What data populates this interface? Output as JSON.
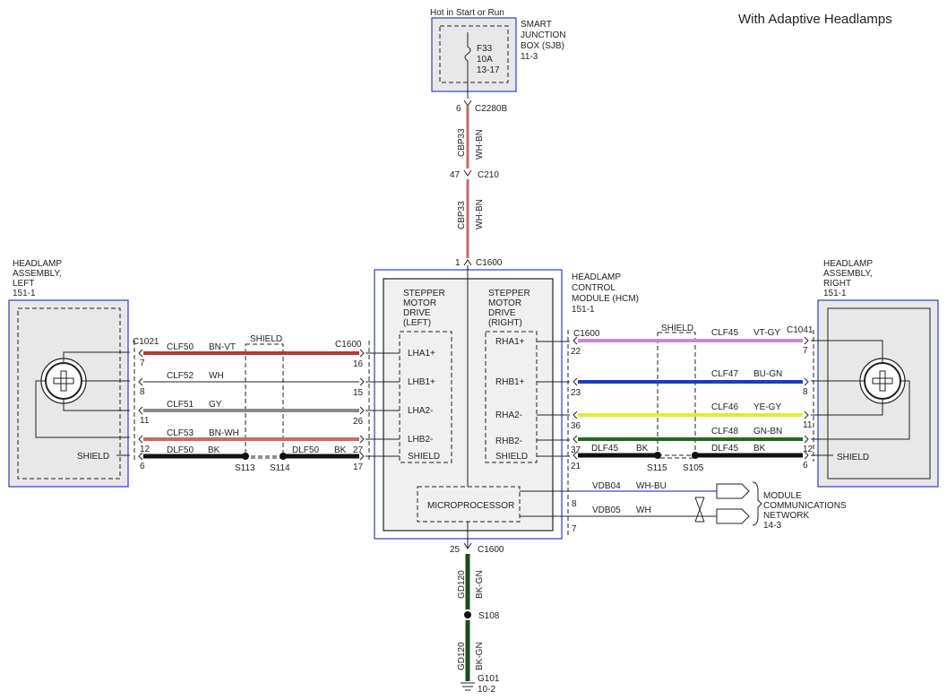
{
  "title": "With Adaptive Headlamps",
  "sjb": {
    "power_label": "Hot in Start or Run",
    "name": [
      "SMART",
      "JUNCTION",
      "BOX (SJB)",
      "11-3"
    ],
    "fuse": [
      "F33",
      "10A",
      "13-17"
    ],
    "connector": "C2280B",
    "pin": "6"
  },
  "feed": {
    "circuit": "CBP33",
    "color": "WH-BN",
    "inline_connector": "C210",
    "inline_pin": "47",
    "hcm_pin": "1",
    "hcm_connector": "C1600"
  },
  "hcm": {
    "name": [
      "HEADLAMP",
      "CONTROL",
      "MODULE (HCM)",
      "151-1"
    ],
    "left_driver": [
      "STEPPER",
      "MOTOR",
      "DRIVE",
      "(LEFT)"
    ],
    "right_driver": [
      "STEPPER",
      "MOTOR",
      "DRIVE",
      "(RIGHT)"
    ],
    "left_pins": [
      "LHA1+",
      "LHB1+",
      "LHA2-",
      "LHB2-",
      "SHIELD"
    ],
    "right_pins": [
      "RHA1+",
      "RHB1+",
      "RHA2-",
      "RHB2-",
      "SHIELD"
    ],
    "microprocessor": "MICROPROCESSOR"
  },
  "left_headlamp": {
    "name": [
      "HEADLAMP",
      "ASSEMBLY,",
      "LEFT",
      "151-1"
    ],
    "connector": "C1021",
    "shield_label": "SHIELD",
    "hcm_connector": "C1600",
    "shield_splices": [
      "S113",
      "S114"
    ],
    "shield_box_label": "SHIELD"
  },
  "right_headlamp": {
    "name": [
      "HEADLAMP",
      "ASSEMBLY,",
      "RIGHT",
      "151-1"
    ],
    "connector": "C1041",
    "shield_label": "SHIELD",
    "hcm_connector": "C1600",
    "shield_splices": [
      "S115",
      "S105"
    ],
    "shield_box_label": "SHIELD"
  },
  "left_wires": [
    {
      "circuit": "CLF50",
      "color": "BN-VT",
      "lamp_pin": "7",
      "hcm_pin": "16",
      "hex": "#b03a3a"
    },
    {
      "circuit": "CLF52",
      "color": "WH",
      "lamp_pin": "8",
      "hcm_pin": "15",
      "hex": "#222222"
    },
    {
      "circuit": "CLF51",
      "color": "GY",
      "lamp_pin": "11",
      "hcm_pin": "26",
      "hex": "#8a8a8a"
    },
    {
      "circuit": "CLF53",
      "color": "BN-WH",
      "lamp_pin": "12",
      "hcm_pin": "27",
      "hex": "#c86a6a"
    },
    {
      "circuit": "DLF50",
      "color": "BK",
      "circuit2": "DLF50",
      "color2": "BK",
      "lamp_pin": "6",
      "hcm_pin": "17",
      "hex": "#111111"
    }
  ],
  "right_wires": [
    {
      "circuit": "CLF45",
      "color": "VT-GY",
      "lamp_pin": "7",
      "hcm_pin": "22",
      "hex": "#c88ad0"
    },
    {
      "circuit": "CLF47",
      "color": "BU-GN",
      "lamp_pin": "8",
      "hcm_pin": "23",
      "hex": "#1a3fc0"
    },
    {
      "circuit": "CLF46",
      "color": "YE-GY",
      "lamp_pin": "11",
      "hcm_pin": "36",
      "hex": "#e8e830"
    },
    {
      "circuit": "CLF48",
      "color": "GN-BN",
      "lamp_pin": "12",
      "hcm_pin": "37",
      "hex": "#1f6b1f"
    },
    {
      "circuit": "DLF45",
      "color": "BK",
      "circuit2": "DLF45",
      "color2": "BK",
      "lamp_pin": "6",
      "hcm_pin": "21",
      "hex": "#111111"
    }
  ],
  "network": {
    "wires": [
      {
        "circuit": "VDB04",
        "color": "WH-BU",
        "pin": "8"
      },
      {
        "circuit": "VDB05",
        "color": "WH",
        "pin": "7"
      }
    ],
    "label": [
      "MODULE",
      "COMMUNICATIONS",
      "NETWORK",
      "14-3"
    ]
  },
  "ground": {
    "hcm_pin": "25",
    "hcm_connector": "C1600",
    "circuit": "GD120",
    "color": "BK-GN",
    "splice": "S108",
    "ground_name": "G101",
    "ground_ref": "10-2"
  },
  "colors": {
    "frame_blue": "#3f48cc",
    "feed_wire": "#c86a6a",
    "ground_wire": "#1f4a1f"
  }
}
